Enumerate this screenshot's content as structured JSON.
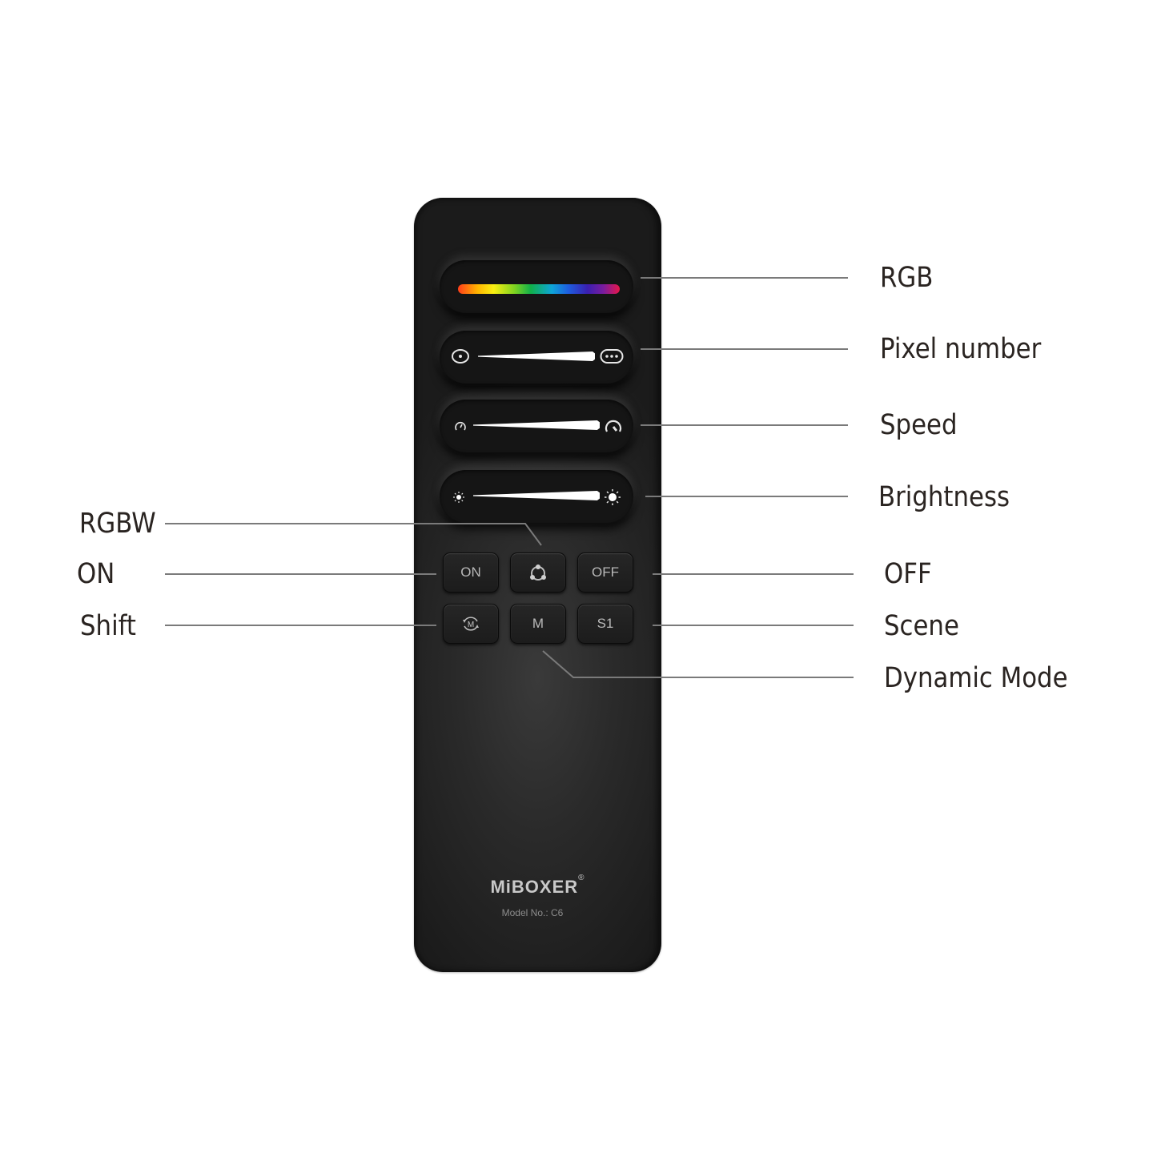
{
  "remote": {
    "brand": "MiBOXER",
    "brand_mark": "®",
    "model": "Model No.: C6",
    "touch_strips": [
      {
        "id": "rgb",
        "type": "rainbow-color-wheel",
        "left_icon": null,
        "right_icon": null
      },
      {
        "id": "pixel-number",
        "type": "slider",
        "left_icon": "single-dot-icon",
        "right_icon": "three-dots-icon"
      },
      {
        "id": "speed",
        "type": "slider",
        "left_icon": "speedometer-low-icon",
        "right_icon": "speedometer-high-icon"
      },
      {
        "id": "brightness",
        "type": "slider",
        "left_icon": "sun-small-icon",
        "right_icon": "sun-large-icon"
      }
    ],
    "buttons": {
      "on": "ON",
      "rgbw": "",
      "off": "OFF",
      "shift": "",
      "mode": "M",
      "scene": "S1"
    },
    "rgbw_icon": "three-node-cycle-icon",
    "shift_icon": "m-cycle-icon"
  },
  "callouts": {
    "right": {
      "rgb": "RGB",
      "pixel_number": "Pixel number",
      "speed": "Speed",
      "brightness": "Brightness",
      "off": "OFF",
      "scene": "Scene",
      "dynamic_mode": "Dynamic Mode"
    },
    "left": {
      "rgbw": "RGBW",
      "on": "ON",
      "shift": "Shift"
    }
  },
  "colors": {
    "remote_body": "#1e1e1e",
    "label_text": "#2a2421",
    "leader_line": "#7a7a7a",
    "button_text": "#b9b9b9"
  }
}
